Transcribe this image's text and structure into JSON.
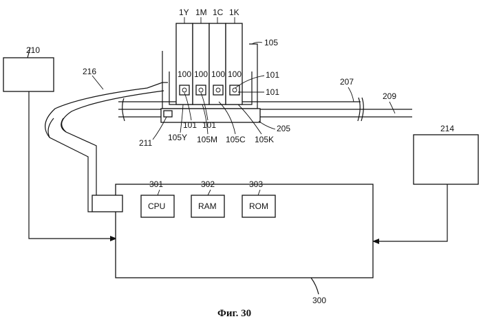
{
  "labels": {
    "l210": "210",
    "l216": "216",
    "l1Y": "1Y",
    "l1M": "1M",
    "l1C": "1C",
    "l1K": "1K",
    "l105": "105",
    "l100a": "100",
    "l100b": "100",
    "l100c": "100",
    "l100d": "100",
    "l101a": "101",
    "l101b": "101",
    "l207": "207",
    "l209": "209",
    "l211": "211",
    "l101c": "101",
    "l101d": "101",
    "l105Y": "105Y",
    "l105M": "105M",
    "l105C": "105C",
    "l105K": "105K",
    "l205": "205",
    "l214": "214",
    "l301": "301",
    "l302": "302",
    "l303": "303",
    "l300": "300"
  },
  "blocks": {
    "cpu": "CPU",
    "ram": "RAM",
    "rom": "ROM"
  },
  "caption": "Фиг. 30"
}
